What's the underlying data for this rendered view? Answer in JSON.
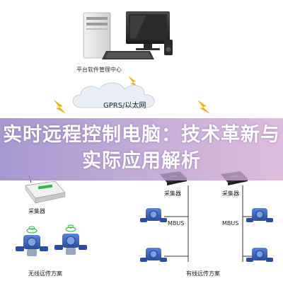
{
  "diagram": {
    "center_label": "平台软件管理中心",
    "cloud_label": "GPRS/以太网",
    "collector_labels": [
      "采集器",
      "采集器",
      "采集器"
    ],
    "bus_labels": [
      "MBUS",
      "MBUS"
    ],
    "wireless_label": "无线远传方案",
    "wired_label": "有线远传方案"
  },
  "banner": {
    "title": "实时远程控制电脑：技术革新与实际应用解析"
  },
  "colors": {
    "banner_start": "#9280c4",
    "banner_end": "#d6acd2",
    "lightning": "#f2b21b",
    "cloud": "#e8eef5",
    "meter_body": "#3f64b8",
    "collector_green": "#38b24a"
  }
}
